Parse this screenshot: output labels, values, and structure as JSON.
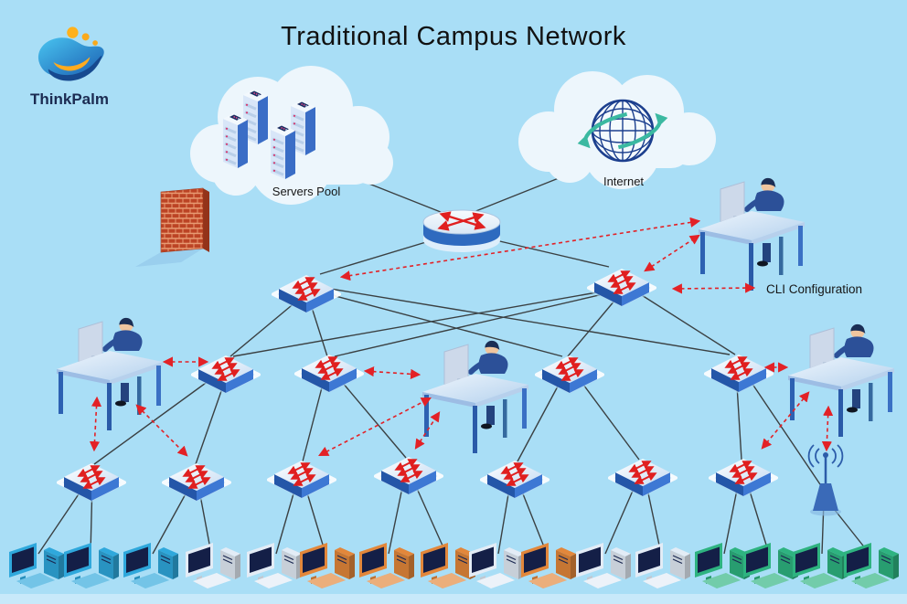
{
  "title": "Traditional Campus Network",
  "logo": {
    "text": "ThinkPalm"
  },
  "labels": {
    "servers_pool": "Servers Pool",
    "internet": "Internet",
    "cli_configuration": "CLI Configuration"
  },
  "colors": {
    "background": "#a9def6",
    "cloud": "#edf6fc",
    "solid_line": "#2f2f2f",
    "dashed_arrow": "#e32126",
    "switch_face_dark": "#2456a8",
    "switch_face_light": "#3d78d4",
    "router_band": "#2e6abf",
    "firewall_brick": "#bc4425",
    "globe_stroke": "#1c3f8e",
    "globe_arrow": "#3bb9a1",
    "desk_blue": "#2d61b2",
    "pc_cyan": "#2fa8dc",
    "pc_white": "#e3ecf6",
    "pc_orange": "#e2873b",
    "pc_green": "#2eb380"
  },
  "diagram": {
    "type": "network-topology",
    "device_counts": {
      "internet_cloud": 1,
      "servers_pool_cloud": 1,
      "server_racks": 4,
      "firewall": 1,
      "core_router": 1,
      "aggregation_switches": 2,
      "distribution_switches": 4,
      "access_switches": 7,
      "wireless_access_points": 1,
      "admin_desks": 4,
      "workstations": 16
    },
    "workstation_colors": [
      "#2fa8dc",
      "#2fa8dc",
      "#2fa8dc",
      "#e3ecf6",
      "#e3ecf6",
      "#e2873b",
      "#e2873b",
      "#e2873b",
      "#e3ecf6",
      "#e2873b",
      "#e3ecf6",
      "#e3ecf6",
      "#2eb380",
      "#2eb380",
      "#2eb380",
      "#2eb380"
    ]
  }
}
